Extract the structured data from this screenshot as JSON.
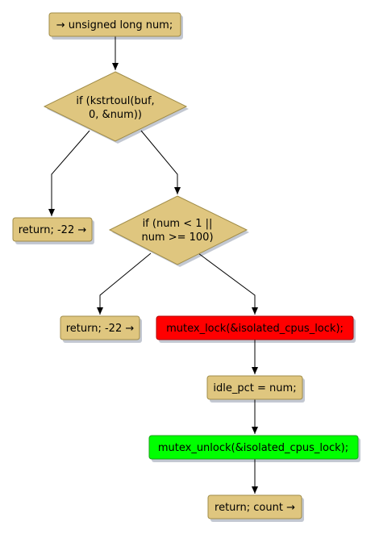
{
  "colors": {
    "default_fill": "#dfc67f",
    "default_stroke": "#a08c48",
    "red_fill": "#ff0000",
    "red_stroke": "#b30000",
    "green_fill": "#00ff00",
    "green_stroke": "#1aa21a",
    "shadow": "#c3c8d2",
    "edge": "#000000"
  },
  "nodes": {
    "start": {
      "text": "→ unsigned long num;"
    },
    "cond1": {
      "line1": "if (kstrtoul(buf,",
      "line2": "0, &num))"
    },
    "ret1": {
      "text": "return; -22 →"
    },
    "cond2": {
      "line1": "if (num < 1 ||",
      "line2": "num >= 100)"
    },
    "ret2": {
      "text": "return; -22 →"
    },
    "lock": {
      "text": "mutex_lock(&isolated_cpus_lock);"
    },
    "assign": {
      "text": "idle_pct = num;"
    },
    "unlock": {
      "text": "mutex_unlock(&isolated_cpus_lock);"
    },
    "ret3": {
      "text": "return; count →"
    }
  }
}
